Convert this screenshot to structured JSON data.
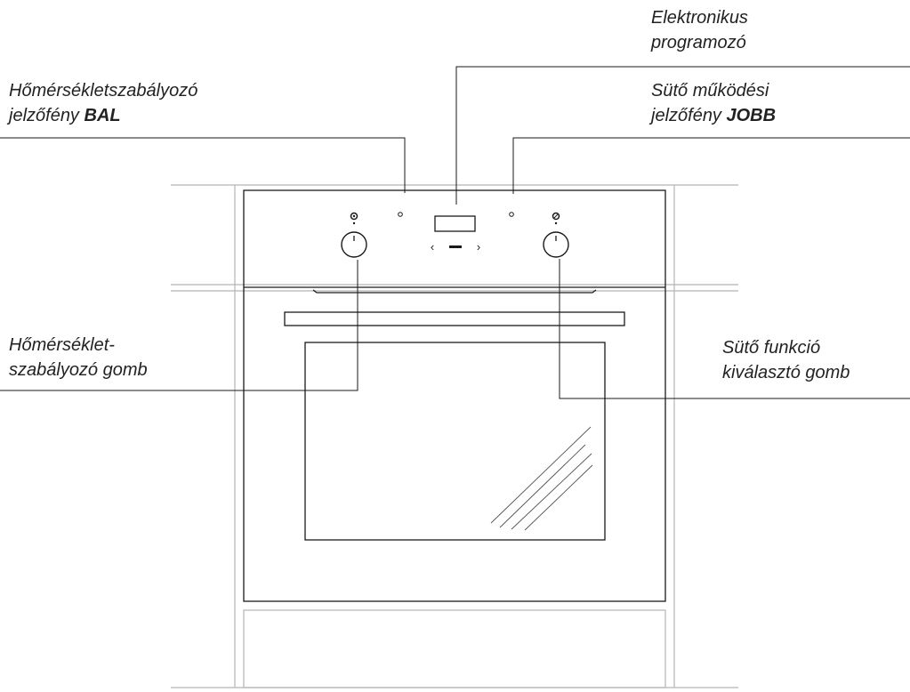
{
  "labels": {
    "programmer": {
      "line1": "Elektronikus",
      "line2": "programozó"
    },
    "left_light": {
      "line1": "Hőmérsékletszabályozó",
      "line2_pre": "jelzőfény ",
      "line2_bold": "BAL"
    },
    "right_light": {
      "line1": "Sütő működési",
      "line2_pre": "jelzőfény ",
      "line2_bold": "JOBB"
    },
    "temp_knob": {
      "line1": "Hőmérséklet-",
      "line2": "szabályozó gomb"
    },
    "function_knob": {
      "line1": "Sütő funkció",
      "line2": "kiválasztó gomb"
    }
  },
  "panel": {
    "left_arrow_glyph": "‹",
    "right_arrow_glyph": "›"
  },
  "colors": {
    "text": "#222222",
    "line": "#1a1a1a",
    "cabinet": "#b5b5b5"
  }
}
